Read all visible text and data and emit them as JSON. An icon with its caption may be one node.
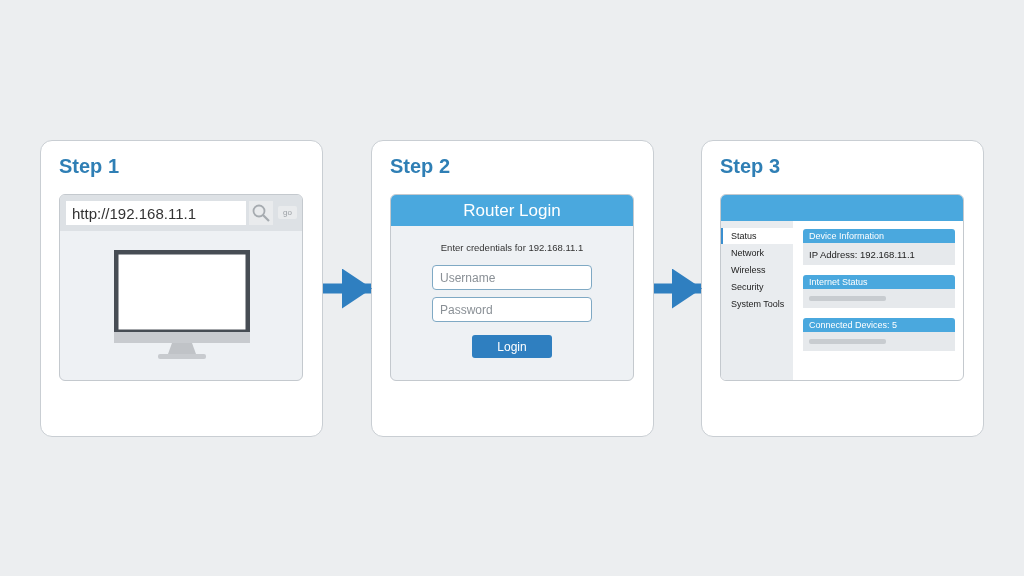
{
  "diagram": {
    "nodes": [
      {
        "text": [
          "Step 1"
        ]
      },
      {
        "text": [
          "Step 2"
        ]
      },
      {
        "text": [
          "Step 3"
        ]
      }
    ],
    "edges": [
      {
        "from": 0,
        "to": 1,
        "arrow": "to"
      },
      {
        "from": 1,
        "to": 2,
        "arrow": "to"
      }
    ],
    "labels": [
      "http://192.168.11.1",
      "go",
      "Router Login",
      "Enter credentials for 192.168.11.1",
      "Username",
      "Password",
      "Login",
      "Status",
      "Network",
      "Wireless",
      "Security",
      "System Tools",
      "Device Information",
      "IP Address: 192.168.11.1",
      "Internet Status",
      "Connected Devices: 5"
    ]
  }
}
